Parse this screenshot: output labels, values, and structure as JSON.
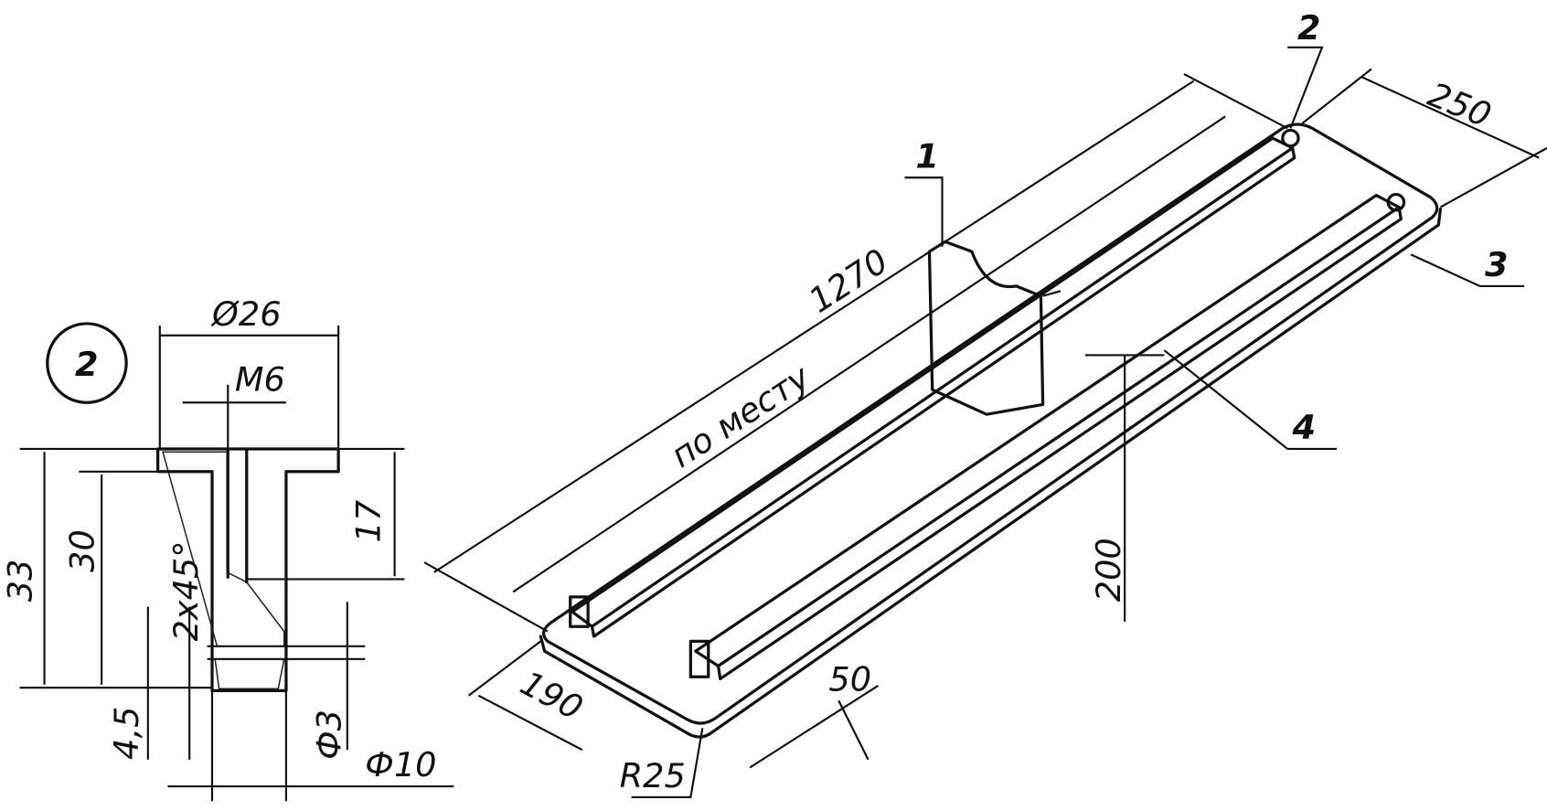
{
  "detail": {
    "callout": "2",
    "dia_head": "Ø26",
    "thread": "M6",
    "height_total": "33",
    "height_shank": "30",
    "height_thread": "17",
    "chamfer": "2x45°",
    "groove": "4,5",
    "dia_hole": "Ф3",
    "dia_shank": "Ф10"
  },
  "assembly": {
    "length": "1270",
    "fit_note": "по месту",
    "part1": "1",
    "part2": "2",
    "part3": "3",
    "part4": "4",
    "width": "250",
    "height": "200",
    "rail_width": "50",
    "base_width": "190",
    "radius": "R25"
  }
}
